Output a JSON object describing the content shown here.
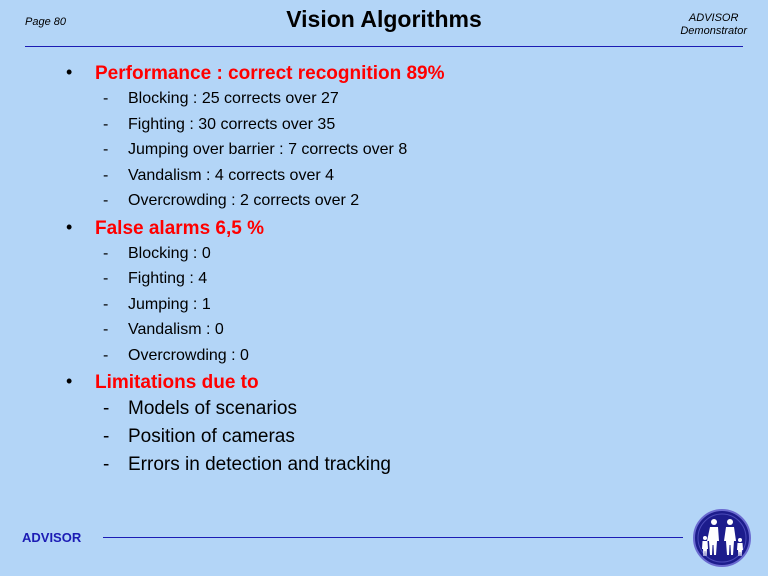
{
  "header": {
    "page": "Page 80",
    "title": "Vision Algorithms",
    "right_line1": "ADVISOR",
    "right_line2": "Demonstrator"
  },
  "sections": [
    {
      "heading": "Performance : correct recognition 89%",
      "items": [
        "Blocking : 25 corrects over 27",
        "Fighting : 30 corrects over 35",
        "Jumping over barrier : 7 corrects over 8",
        "Vandalism : 4 corrects over 4",
        "Overcrowding : 2 corrects over 2"
      ]
    },
    {
      "heading": "False alarms 6,5 %",
      "items": [
        "Blocking : 0",
        "Fighting : 4",
        "Jumping : 1",
        "Vandalism : 0",
        "Overcrowding : 0"
      ]
    },
    {
      "heading": "Limitations due to",
      "items": [
        "Models of scenarios",
        "Position of cameras",
        "Errors in detection and tracking"
      ]
    }
  ],
  "symbols": {
    "bullet": "•",
    "dash": "-"
  },
  "footer": {
    "label": "ADVISOR"
  },
  "colors": {
    "background": "#b3d5f7",
    "heading": "#ff0000",
    "rule": "#1c1cb4",
    "logo_fill": "#1c1c8c"
  },
  "icons": {
    "logo": "advisor-family-logo-icon"
  }
}
